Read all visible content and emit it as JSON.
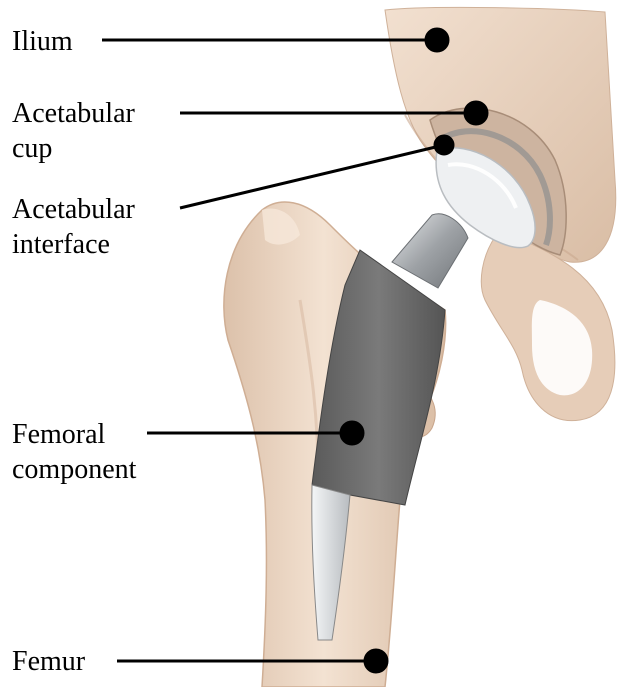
{
  "labels": {
    "ilium": "Ilium",
    "acetabular_cup": [
      "Acetabular",
      "cup"
    ],
    "acetabular_interface": [
      "Acetabular",
      "interface"
    ],
    "femoral_component": [
      "Femoral",
      "component"
    ],
    "femur": "Femur"
  },
  "colors": {
    "bone": "#eed8c4",
    "bone_shade": "#d7b9a0",
    "implant_stem": "#6d6d6d",
    "implant_neck": "#b9bcbf",
    "liner": "#f1f3f4",
    "leader_line": "#000000"
  }
}
